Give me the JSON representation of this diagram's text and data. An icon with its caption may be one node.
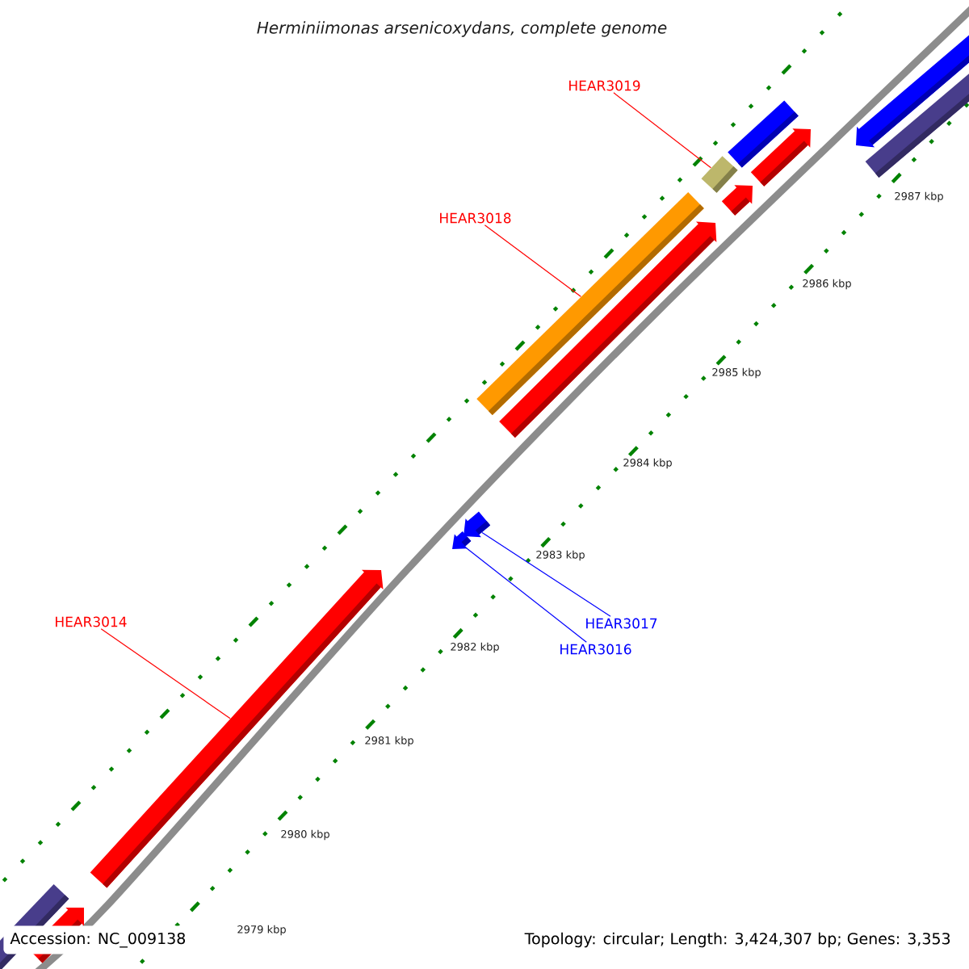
{
  "diagram": {
    "title": "Herminiimonas arsenicoxydans, complete genome",
    "nodes": [
      {
        "text": [
          "HEAR3019"
        ]
      },
      {
        "text": [
          "HEAR3018"
        ]
      },
      {
        "text": [
          "HEAR3014"
        ]
      },
      {
        "text": [
          "HEAR3017"
        ]
      },
      {
        "text": [
          "HEAR3016"
        ]
      },
      {
        "text": [],
        "shape": "bar"
      },
      {
        "text": [],
        "shape": "bar"
      },
      {
        "text": [],
        "shape": "bar"
      },
      {
        "text": [],
        "shape": "bar"
      },
      {
        "text": [],
        "shape": "bar"
      },
      {
        "text": [],
        "shape": "bar"
      },
      {
        "text": [],
        "shape": "bar"
      },
      {
        "text": [],
        "shape": "bar"
      },
      {
        "text": [],
        "shape": "bar"
      },
      {
        "text": [],
        "shape": "bar"
      },
      {
        "text": [],
        "shape": "bar"
      },
      {
        "text": [],
        "shape": "bar"
      },
      {
        "text": [],
        "shape": "bar"
      }
    ],
    "edges": [
      {
        "from": 0,
        "to": 9,
        "arrow": "none"
      },
      {
        "from": 1,
        "to": 11,
        "arrow": "none"
      },
      {
        "from": 2,
        "to": 15,
        "arrow": "none"
      },
      {
        "from": 3,
        "to": 13,
        "arrow": "none",
        "color": "#0000ff"
      },
      {
        "from": 4,
        "to": 14,
        "arrow": "none",
        "color": "#0000ff"
      }
    ],
    "labels": [
      "2987 kbp",
      "2986 kbp",
      "2985 kbp",
      "2984 kbp",
      "2983 kbp",
      "2982 kbp",
      "2981 kbp",
      "2980 kbp",
      "2979 kbp",
      "Accession: NC_009138",
      "Topology: circular; Length: 3,424,307 bp; Genes: 3,353"
    ]
  }
}
